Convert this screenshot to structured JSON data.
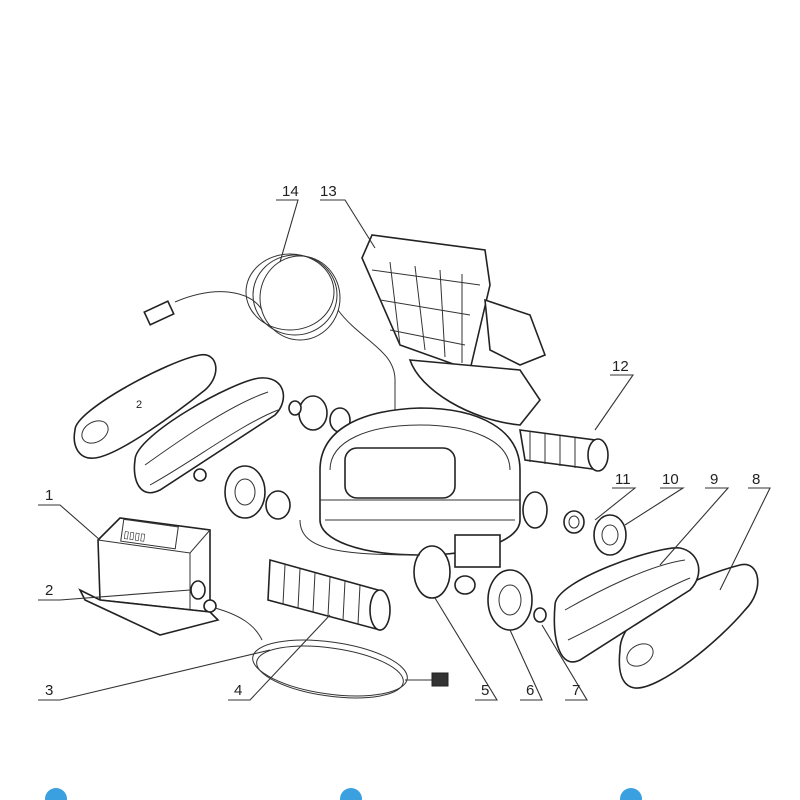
{
  "diagram": {
    "callouts": [
      "1",
      "2",
      "3",
      "4",
      "5",
      "6",
      "7",
      "8",
      "9",
      "10",
      "11",
      "12",
      "13",
      "14"
    ],
    "unit_text": "▯▯▯▯"
  },
  "colors": {
    "line": "#222222",
    "accent": "#3aa0e0",
    "background": "#ffffff"
  }
}
